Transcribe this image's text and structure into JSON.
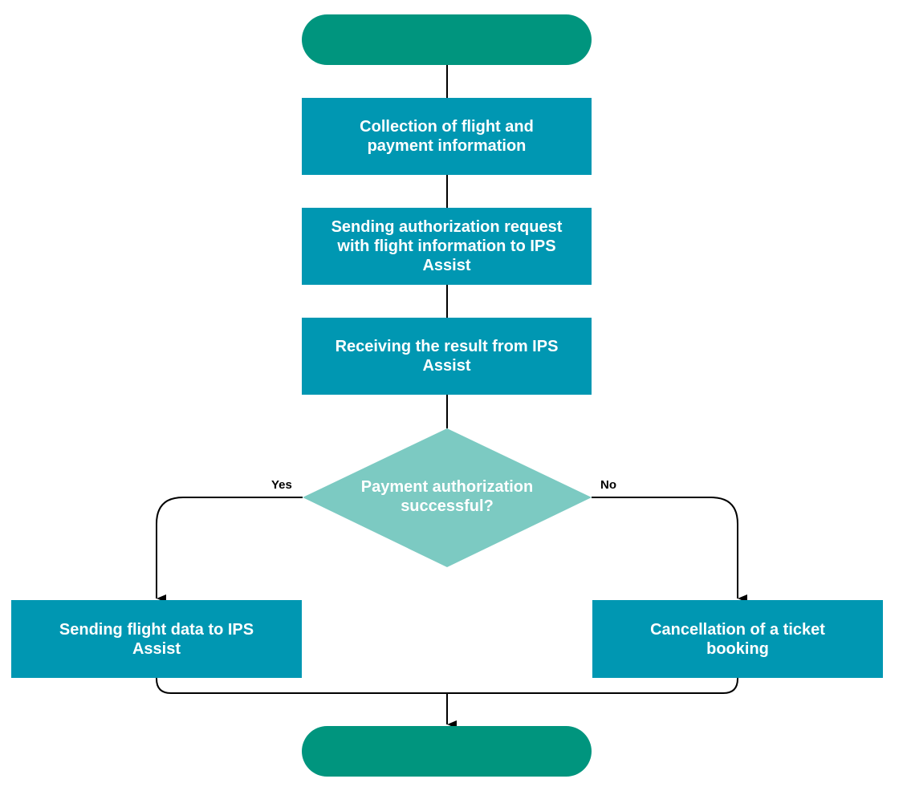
{
  "colors": {
    "terminator": "#00957e",
    "process": "#0097b2",
    "decision": "#7ccac2",
    "connector": "#000000",
    "text": "#ffffff"
  },
  "nodes": {
    "start": {
      "type": "terminator",
      "label": ""
    },
    "collect": {
      "type": "process",
      "label": "Collection of flight and payment information"
    },
    "send_auth": {
      "type": "process",
      "label": "Sending authorization request with flight information to IPS Assist"
    },
    "receive": {
      "type": "process",
      "label": "Receiving the result from IPS Assist"
    },
    "decision": {
      "type": "decision",
      "label": "Payment authorization successful?"
    },
    "send_flight": {
      "type": "process",
      "label": "Sending flight data to IPS Assist"
    },
    "cancel": {
      "type": "process",
      "label": "Cancellation of a ticket booking"
    },
    "end": {
      "type": "terminator",
      "label": ""
    }
  },
  "edges": [
    {
      "from": "start",
      "to": "collect",
      "label": ""
    },
    {
      "from": "collect",
      "to": "send_auth",
      "label": ""
    },
    {
      "from": "send_auth",
      "to": "receive",
      "label": ""
    },
    {
      "from": "receive",
      "to": "decision",
      "label": ""
    },
    {
      "from": "decision",
      "to": "send_flight",
      "label": "Yes"
    },
    {
      "from": "decision",
      "to": "cancel",
      "label": "No"
    },
    {
      "from": "send_flight",
      "to": "end",
      "label": ""
    },
    {
      "from": "cancel",
      "to": "end",
      "label": ""
    }
  ],
  "labels": {
    "yes": "Yes",
    "no": "No"
  }
}
